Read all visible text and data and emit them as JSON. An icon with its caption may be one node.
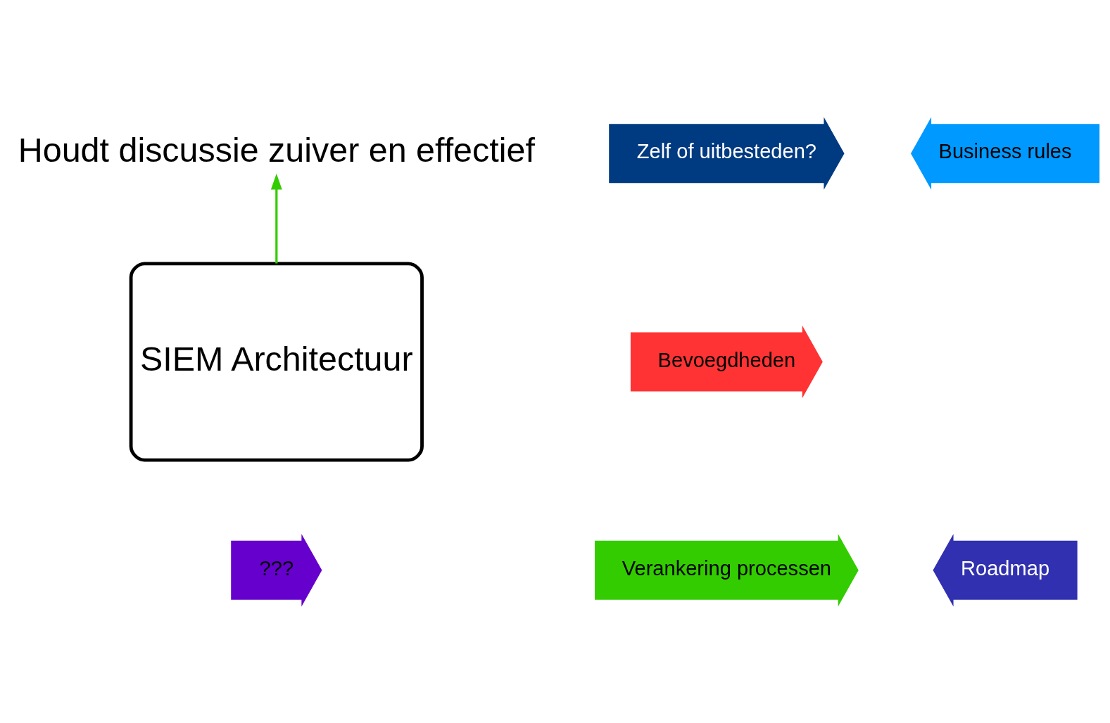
{
  "diagram": {
    "nodes": [
      {
        "text": [
          "Houdt discussie zuiver en effectief"
        ]
      },
      {
        "text": [
          "Zelf of uitbesteden?"
        ]
      },
      {
        "text": [
          "Business rules"
        ]
      },
      {
        "text": [
          "SIEM Architectuur"
        ]
      },
      {
        "text": [
          "Bevoegdheden"
        ]
      },
      {
        "text": [
          "Verankering processen"
        ]
      },
      {
        "text": [
          "Roadmap"
        ]
      },
      {
        "text": [
          "???"
        ]
      }
    ],
    "edges": [
      {
        "from": 3,
        "to": 0,
        "arrow": "to",
        "color": "#33cc00"
      }
    ]
  }
}
